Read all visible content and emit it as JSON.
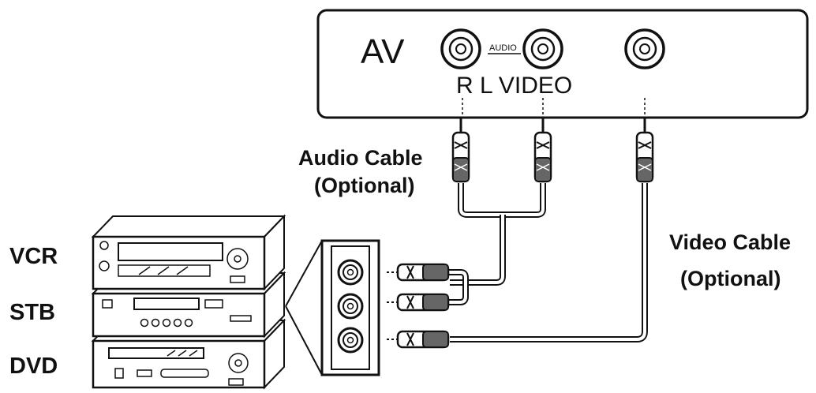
{
  "tv_panel": {
    "av_label": "AV",
    "audio_label": "AUDIO",
    "jack_labels": "R L VIDEO"
  },
  "cables": {
    "audio_label": "Audio Cable",
    "audio_optional": "(Optional)",
    "video_label": "Video Cable",
    "video_optional": "(Optional)"
  },
  "devices": {
    "vcr": "VCR",
    "stb": "STB",
    "dvd": "DVD"
  }
}
